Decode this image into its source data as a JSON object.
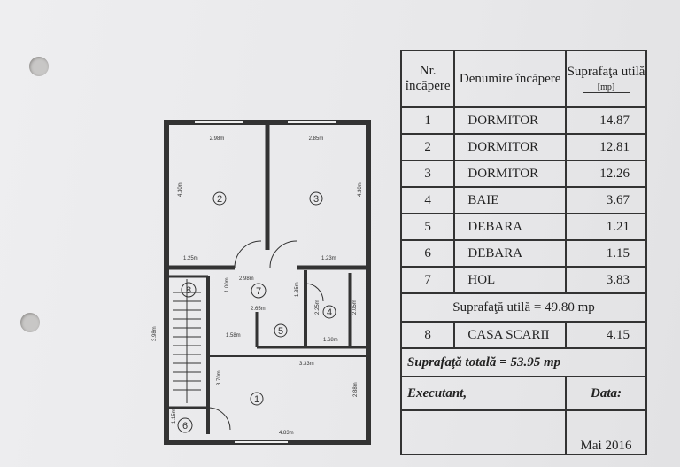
{
  "table": {
    "header": {
      "col1": "Nr. încăpere",
      "col2": "Denumire încăpere",
      "col3": "Suprafaţa utilă",
      "unit": "[mp]"
    },
    "rows": [
      {
        "nr": "1",
        "name": "DORMITOR",
        "area": "14.87"
      },
      {
        "nr": "2",
        "name": "DORMITOR",
        "area": "12.81"
      },
      {
        "nr": "3",
        "name": "DORMITOR",
        "area": "12.26"
      },
      {
        "nr": "4",
        "name": "BAIE",
        "area": "3.67"
      },
      {
        "nr": "5",
        "name": "DEBARA",
        "area": "1.21"
      },
      {
        "nr": "6",
        "name": "DEBARA",
        "area": "1.15"
      },
      {
        "nr": "7",
        "name": "HOL",
        "area": "3.83"
      }
    ],
    "subtotal": "Suprafaţă utilă = 49.80 mp",
    "stair": {
      "nr": "8",
      "name": "CASA SCARII",
      "area": "4.15"
    },
    "total": "Suprafaţă totală = 53.95 mp",
    "executant": "Executant,",
    "data_label": "Data:",
    "date": "Mai 2016"
  },
  "plan": {
    "dims": [
      "2.98m",
      "2.85m",
      "4.30m",
      "4.30m",
      "1.25m",
      "1.23m",
      "2.98m",
      "1.00m",
      "1.35m",
      "2.65m",
      "2.25m",
      "2.05m",
      "1.58m",
      "1.68m",
      "3.33m",
      "3.98m",
      "3.70m",
      "2.88m",
      "4.83m",
      "1.15m"
    ],
    "rooms": [
      "1",
      "2",
      "3",
      "4",
      "5",
      "6",
      "7",
      "8"
    ]
  }
}
